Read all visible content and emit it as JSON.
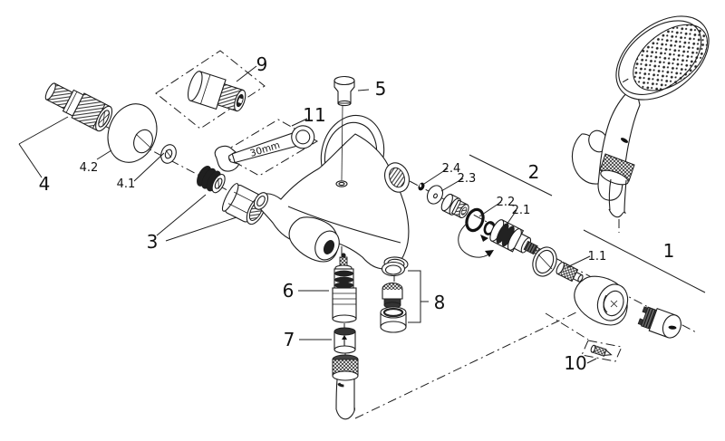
{
  "diagram": {
    "kind": "exploded-parts-diagram",
    "colors": {
      "line": "#1c1c1c",
      "background": "#ffffff",
      "dark_fill": "#1f1f1f"
    }
  },
  "labels": {
    "p1": "1",
    "p1_1": "1.1",
    "p2": "2",
    "p2_1": "2.1",
    "p2_2": "2.2",
    "p2_3": "2.3",
    "p2_4": "2.4",
    "p3": "3",
    "p4": "4",
    "p4_1": "4.1",
    "p4_2": "4.2",
    "p5": "5",
    "p6": "6",
    "p7": "7",
    "p8": "8",
    "p9": "9",
    "p10": "10",
    "p11": "11",
    "wrench_size": "30mm"
  }
}
